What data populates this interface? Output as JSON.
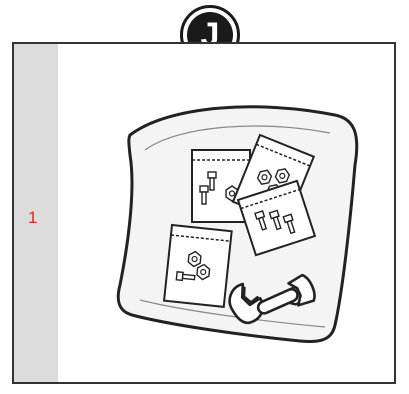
{
  "badge": {
    "letter": "J"
  },
  "step": {
    "number": "1"
  },
  "colors": {
    "accent": "#e0262a",
    "badge": "#1a1a1a",
    "sidebar": "#dcdcdc",
    "stroke": "#333333"
  },
  "illustration": {
    "icons": [
      "hardware-bag-icon",
      "small-parts-bag-icon",
      "bolt-icon",
      "nut-icon",
      "wrench-icon"
    ],
    "small_bag_count": 4
  }
}
